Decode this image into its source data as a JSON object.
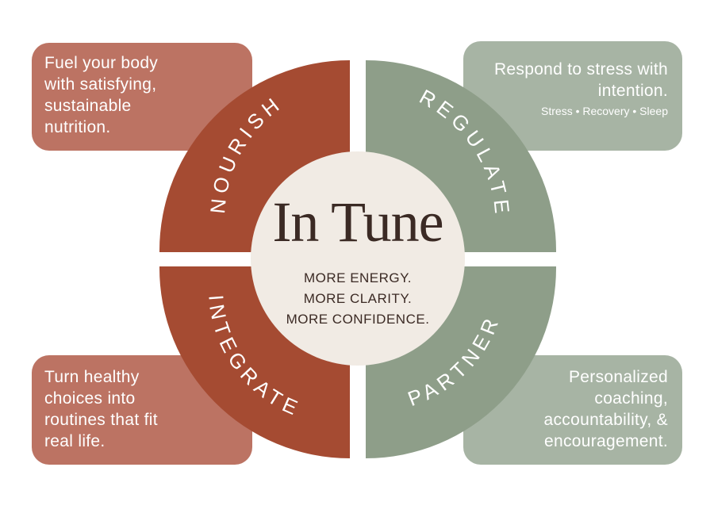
{
  "center": {
    "title": "In Tune",
    "taglines": [
      "MORE ENERGY.",
      "MORE CLARITY.",
      "MORE CONFIDENCE."
    ]
  },
  "segments": [
    {
      "label": "NOURISH",
      "color": "#a54b32"
    },
    {
      "label": "REGULATE",
      "color": "#8e9e89"
    },
    {
      "label": "INTEGRATE",
      "color": "#a54b32"
    },
    {
      "label": "PARTNER",
      "color": "#8e9e89"
    }
  ],
  "cards": {
    "nourish": {
      "text": "Fuel your body with satisfying, sustainable nutrition.",
      "color": "#bc7363"
    },
    "regulate": {
      "text": "Respond to stress with intention.",
      "sub": "Stress • Recovery • Sleep",
      "color": "#a7b4a4"
    },
    "integrate": {
      "text": "Turn healthy choices into routines that fit real life.",
      "color": "#bc7363"
    },
    "partner": {
      "text": "Personalized coaching, accountability, & encouragement.",
      "color": "#a7b4a4"
    }
  },
  "colors": {
    "center_fill": "#f1ebe4",
    "text_dark": "#3b2a24"
  }
}
